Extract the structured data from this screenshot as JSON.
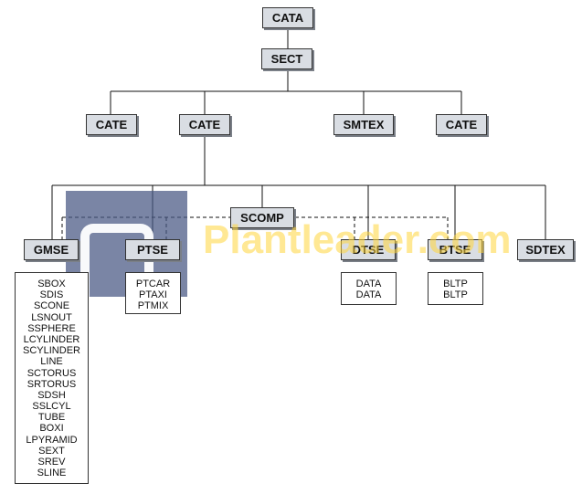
{
  "nodes": {
    "cata": "CATA",
    "sect": "SECT",
    "cate1": "CATE",
    "cate2": "CATE",
    "smtex": "SMTEX",
    "cate3": "CATE",
    "scomp": "SCOMP",
    "gmse": "GMSE",
    "ptse": "PTSE",
    "dtse": "DTSE",
    "btse": "BTSE",
    "sdtex": "SDTEX"
  },
  "lists": {
    "gmse_items": [
      "SBOX",
      "SDIS",
      "SCONE",
      "LSNOUT",
      "SSPHERE",
      "LCYLINDER",
      "SCYLINDER",
      "LINE",
      "SCTORUS",
      "SRTORUS",
      "SDSH",
      "SSLCYL",
      "TUBE",
      "BOXI",
      "LPYRAMID",
      "SEXT",
      "SREV",
      "SLINE"
    ],
    "ptse_items": [
      "PTCAR",
      "PTAXI",
      "PTMIX"
    ],
    "dtse_items": [
      "DATA",
      "DATA"
    ],
    "btse_items": [
      "BLTP",
      "BLTP"
    ]
  },
  "watermark": {
    "text": "Plantleader.com",
    "color": "#f5c518"
  }
}
